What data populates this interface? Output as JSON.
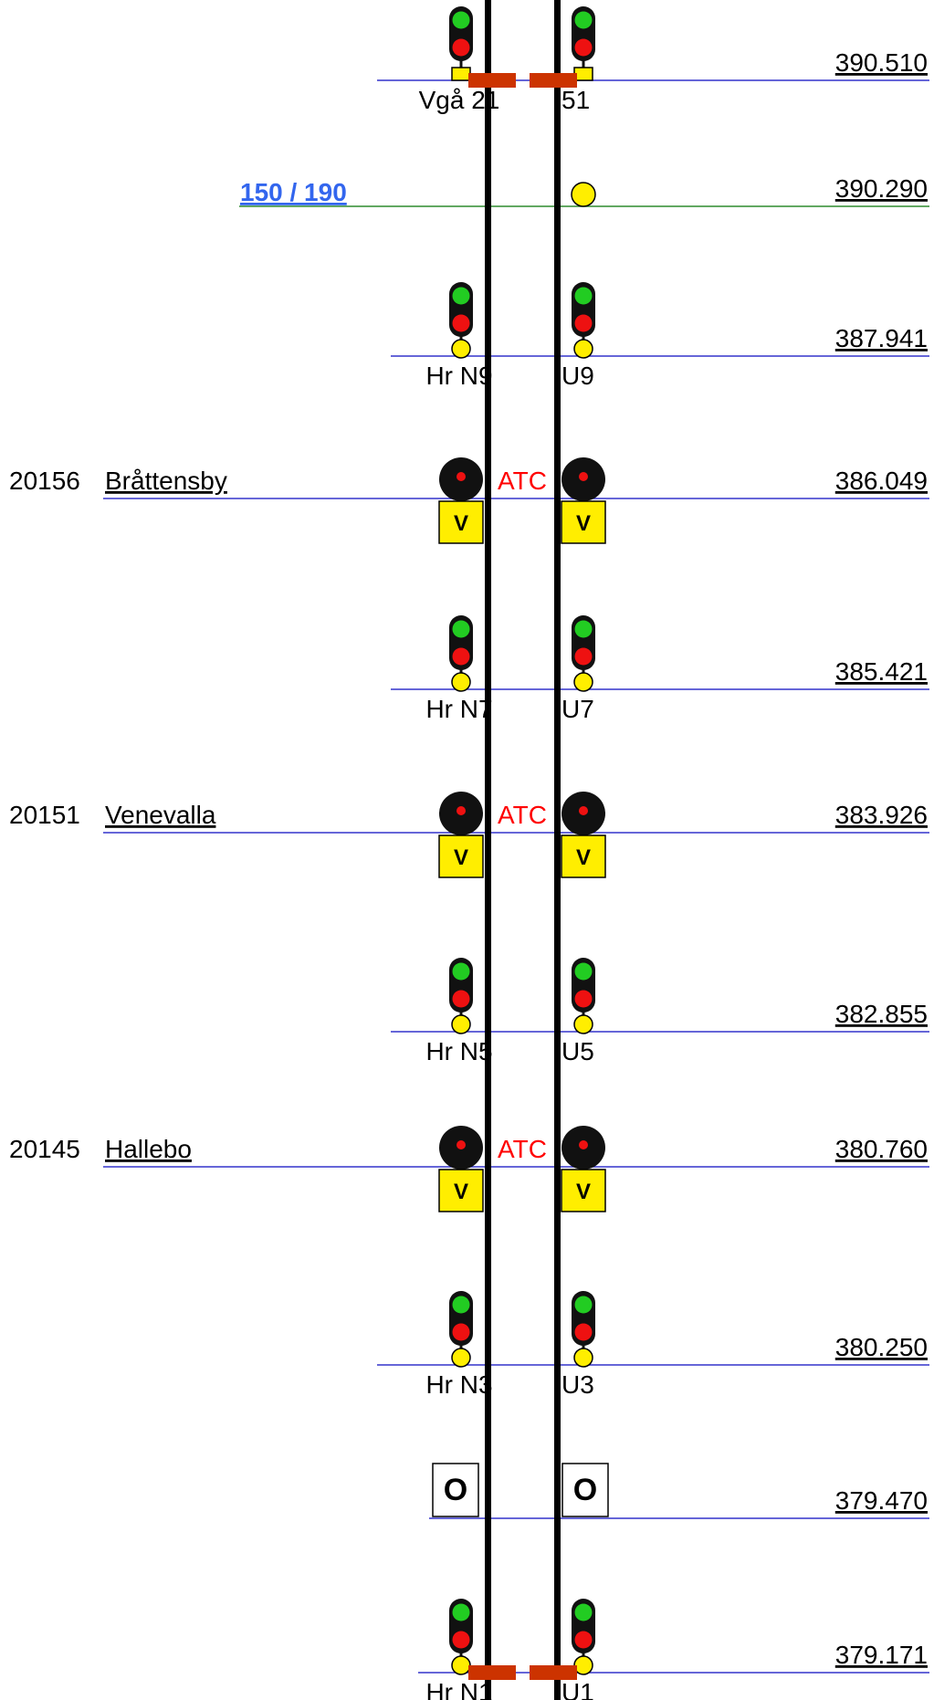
{
  "colors": {
    "rail": "#000000",
    "km_line": "#3333cc",
    "speed_line": "#2e8b2e",
    "speed_text": "#3366ee",
    "atc_text": "#ff0000",
    "brake_bar": "#cc3300",
    "lamp_green": "#22cc22",
    "lamp_red": "#ee1111",
    "lamp_yellow": "#ffee00",
    "housing": "#111111",
    "sign_yellow": "#ffee00"
  },
  "rows": [
    {
      "kind": "signal_pair",
      "km": "390.510",
      "left_label": "Vgå 21",
      "right_label": "51",
      "base": "square",
      "brake_bars": true
    },
    {
      "kind": "speed",
      "km": "390.290",
      "speed": "150 / 190"
    },
    {
      "kind": "signal_pair",
      "km": "387.941",
      "left_label": "Hr N9",
      "right_label": "U9",
      "base": "circle",
      "brake_bars": false
    },
    {
      "kind": "atc",
      "km": "386.049",
      "station_id": "20156",
      "station_name": "Bråttensby",
      "atc_label": "ATC",
      "sign_letter": "V"
    },
    {
      "kind": "signal_pair",
      "km": "385.421",
      "left_label": "Hr N7",
      "right_label": "U7",
      "base": "circle",
      "brake_bars": false
    },
    {
      "kind": "atc",
      "km": "383.926",
      "station_id": "20151",
      "station_name": "Venevalla",
      "atc_label": "ATC",
      "sign_letter": "V"
    },
    {
      "kind": "signal_pair",
      "km": "382.855",
      "left_label": "Hr N5",
      "right_label": "U5",
      "base": "circle",
      "brake_bars": false
    },
    {
      "kind": "atc",
      "km": "380.760",
      "station_id": "20145",
      "station_name": "Hallebo",
      "atc_label": "ATC",
      "sign_letter": "V"
    },
    {
      "kind": "signal_pair",
      "km": "380.250",
      "left_label": "Hr N3",
      "right_label": "U3",
      "base": "circle",
      "brake_bars": false
    },
    {
      "kind": "o_board",
      "km": "379.470",
      "sign_letter": "O"
    },
    {
      "kind": "signal_pair",
      "km": "379.171",
      "left_label": "Hr N1",
      "right_label": "U1",
      "base": "circle",
      "brake_bars": true
    }
  ]
}
